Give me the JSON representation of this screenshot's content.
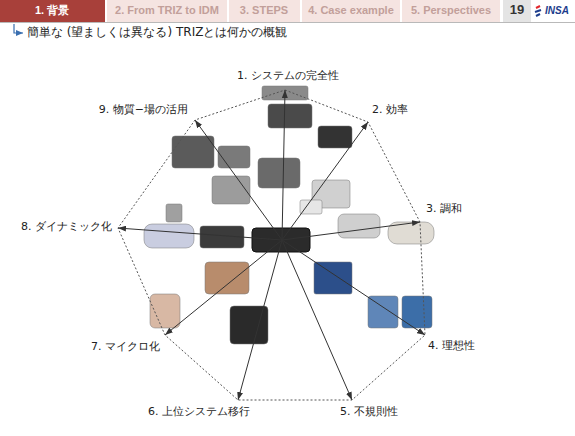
{
  "diagram": {
    "title": "簡単な (望ましくは異なる) TRIZとは何かの概観",
    "labels": [
      "1. 背景",
      "2. From TRIZ to IDM",
      "3. STEPS",
      "4. Case example",
      "5. Perspectives",
      "19",
      "INSA",
      "1. システムの完全性",
      "2. 効率",
      "3. 調和",
      "4. 理想性",
      "5. 不規則性",
      "6. 上位システム移行",
      "7. マイクロ化",
      "8. ダイナミック化",
      "9. 物質−場の活用"
    ]
  }
}
